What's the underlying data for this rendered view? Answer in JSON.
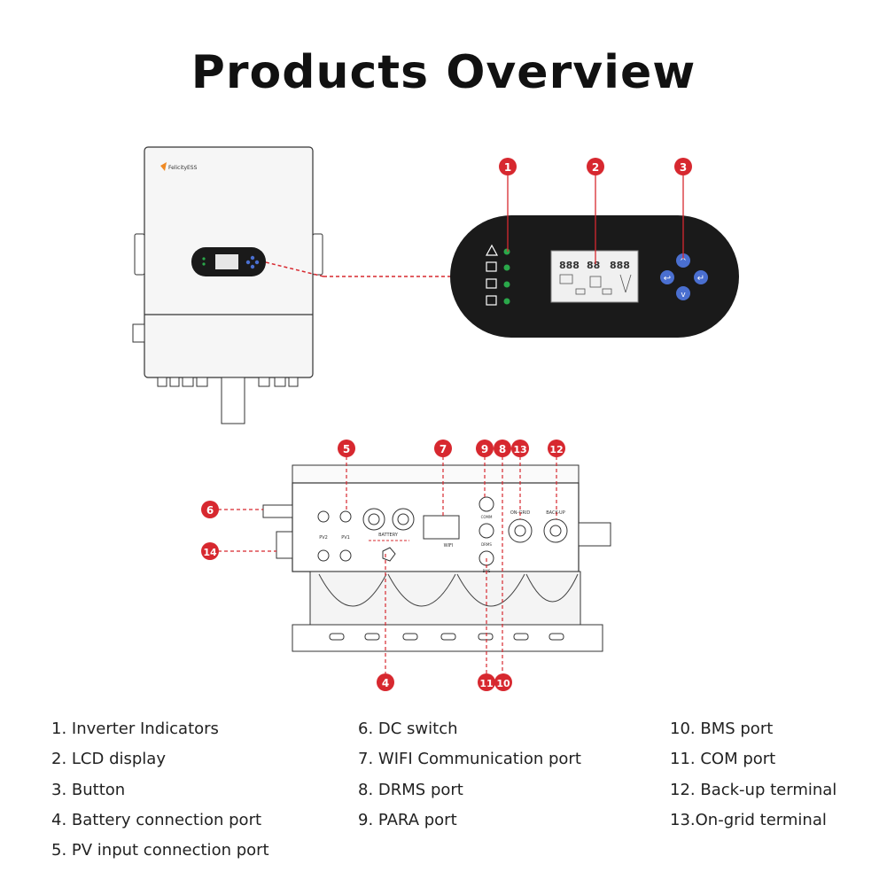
{
  "title": "Products Overview",
  "brand": {
    "logo_text": "FelicityESS"
  },
  "lcd_panel": {
    "readouts": [
      "888",
      "88",
      "888"
    ]
  },
  "callouts": [
    "1",
    "2",
    "3",
    "4",
    "5",
    "6",
    "7",
    "8",
    "9",
    "10",
    "11",
    "12",
    "13",
    "14"
  ],
  "bottom_view": {
    "port_labels": {
      "pv2": "PV2",
      "pv1": "PV1",
      "battery": "BATTERY",
      "wifi": "WIFI",
      "para": "COMM",
      "drms": "DRMS",
      "bms": "BMS",
      "on_grid": "ON-GRID",
      "back_up": "BACK-UP"
    }
  },
  "legend": {
    "col1": [
      "1. Inverter Indicators",
      "2. LCD display",
      "3. Button",
      "4. Battery connection port",
      "5. PV input connection port"
    ],
    "col2": [
      "6. DC switch",
      "7. WIFI Communication port",
      "8. DRMS port",
      "9. PARA port"
    ],
    "col3": [
      "10. BMS port",
      "11. COM port",
      "12. Back-up terminal",
      "13.On-grid terminal"
    ]
  },
  "colors": {
    "callout": "#d7282f",
    "panel": "#1a1a1a",
    "button": "#4a6fd0",
    "led": "#2aa84a"
  }
}
